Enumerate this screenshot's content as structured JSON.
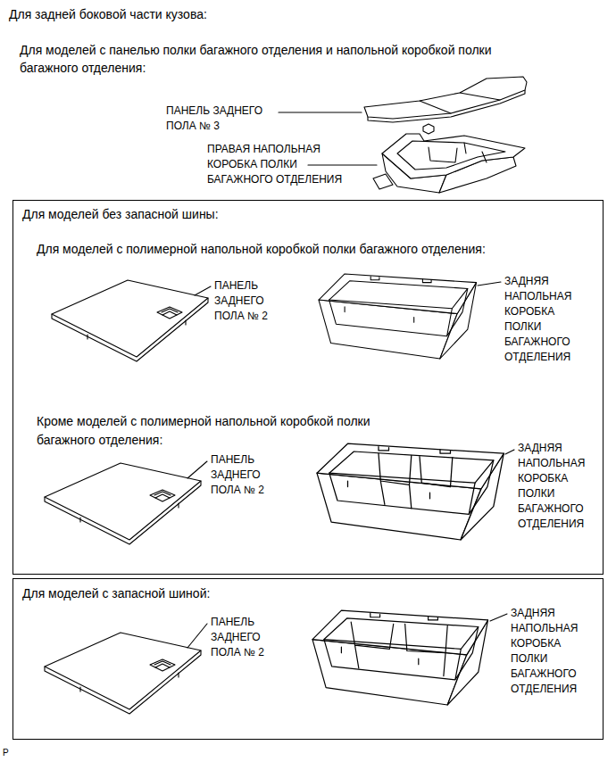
{
  "diagram": {
    "title": "Для задней боковой части кузова:",
    "nodes": [
      {
        "text": [
          "Для моделей без запасной шины:",
          "Для моделей с полимерной напольной коробкой полки багажного отделения:",
          "Кроме моделей с полимерной напольной коробкой полки багажного отделения:"
        ]
      },
      {
        "text": [
          "Для моделей с запасной шиной:"
        ]
      }
    ],
    "labels": [
      "Для моделей с панелью полки багажного отделения и напольной коробкой полки багажного отделения:",
      "ПАНЕЛЬ ЗАДНЕГО ПОЛА № 3",
      "ПРАВАЯ НАПОЛЬНАЯ КОРОБКА ПОЛКИ БАГАЖНОГО ОТДЕЛЕНИЯ",
      "ПАНЕЛЬ ЗАДНЕГО ПОЛА № 2",
      "ЗАДНЯЯ НАПОЛЬНАЯ КОРОБКА ПОЛКИ БАГАЖНОГО ОТДЕЛЕНИЯ",
      "ПАНЕЛЬ ЗАДНЕГО ПОЛА № 2",
      "ЗАДНЯЯ НАПОЛЬНАЯ КОРОБКА ПОЛКИ БАГАЖНОГО ОТДЕЛЕНИЯ",
      "ПАНЕЛЬ ЗАДНЕГО ПОЛА № 2",
      "ЗАДНЯЯ НАПОЛЬНАЯ КОРОБКА ПОЛКИ БАГАЖНОГО ОТДЕЛЕНИЯ",
      "P"
    ]
  }
}
